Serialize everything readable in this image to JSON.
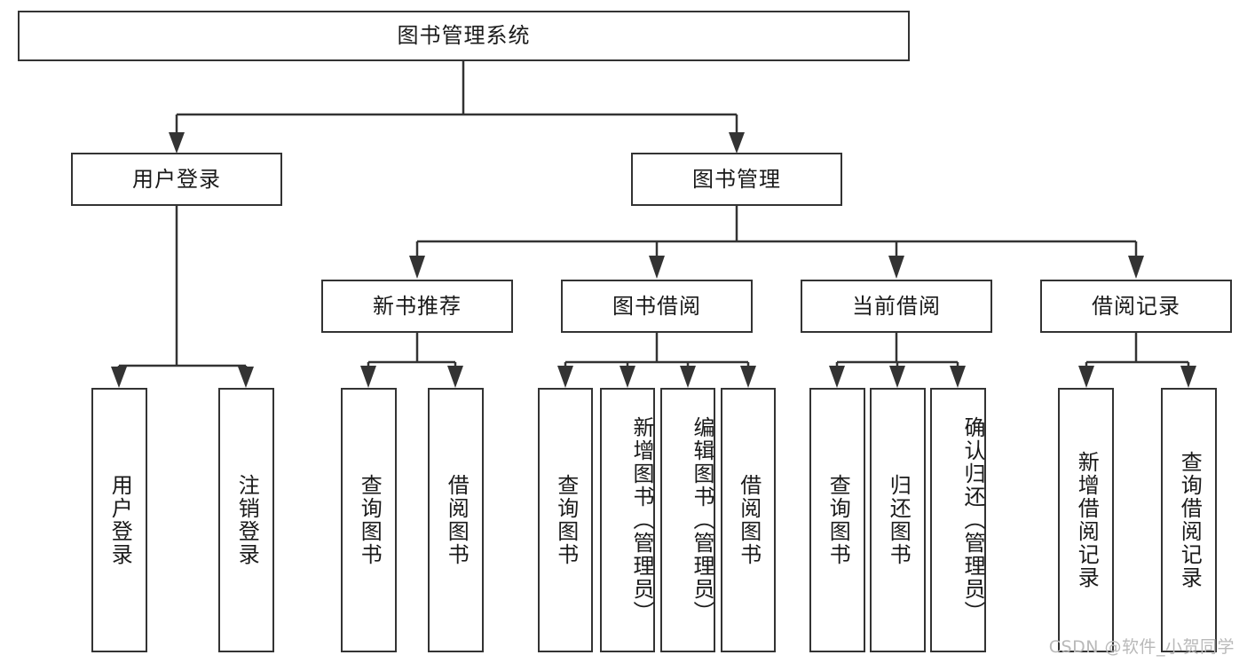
{
  "diagram": {
    "type": "tree-hierarchy",
    "title": "图书管理系统",
    "root": {
      "id": "root",
      "label": "图书管理系统",
      "level": 0
    },
    "level1": [
      {
        "id": "user-login",
        "label": "用户登录"
      },
      {
        "id": "book-manage",
        "label": "图书管理"
      }
    ],
    "level2": [
      {
        "id": "new-book-recommend",
        "label": "新书推荐",
        "parent": "book-manage"
      },
      {
        "id": "book-borrow",
        "label": "图书借阅",
        "parent": "book-manage"
      },
      {
        "id": "current-borrow",
        "label": "当前借阅",
        "parent": "book-manage"
      },
      {
        "id": "borrow-record",
        "label": "借阅记录",
        "parent": "book-manage"
      }
    ],
    "leaves": [
      {
        "id": "leaf-user-login",
        "label": "用户登录",
        "parent": "user-login"
      },
      {
        "id": "leaf-logout",
        "label": "注销登录",
        "parent": "user-login"
      },
      {
        "id": "leaf-query-book-1",
        "label": "查询图书",
        "parent": "new-book-recommend"
      },
      {
        "id": "leaf-borrow-book-1",
        "label": "借阅图书",
        "parent": "new-book-recommend"
      },
      {
        "id": "leaf-query-book-2",
        "label": "查询图书",
        "parent": "book-borrow"
      },
      {
        "id": "leaf-add-book",
        "label": "新增图书（管理员）",
        "parent": "book-borrow"
      },
      {
        "id": "leaf-edit-book",
        "label": "编辑图书（管理员）",
        "parent": "book-borrow"
      },
      {
        "id": "leaf-borrow-book-2",
        "label": "借阅图书",
        "parent": "book-borrow"
      },
      {
        "id": "leaf-query-book-3",
        "label": "查询图书",
        "parent": "current-borrow"
      },
      {
        "id": "leaf-return-book",
        "label": "归还图书",
        "parent": "current-borrow"
      },
      {
        "id": "leaf-confirm-return",
        "label": "确认归还（管理员）",
        "parent": "current-borrow"
      },
      {
        "id": "leaf-add-record",
        "label": "新增借阅记录",
        "parent": "borrow-record"
      },
      {
        "id": "leaf-query-record",
        "label": "查询借阅记录",
        "parent": "borrow-record"
      }
    ]
  },
  "watermark": {
    "text": "CSDN @软件_小贺同学"
  },
  "colors": {
    "stroke": "#333333",
    "box_fill": "#ffffff",
    "text": "#1a1a1a",
    "watermark": "#b9b9b9",
    "background": "#ffffff"
  }
}
